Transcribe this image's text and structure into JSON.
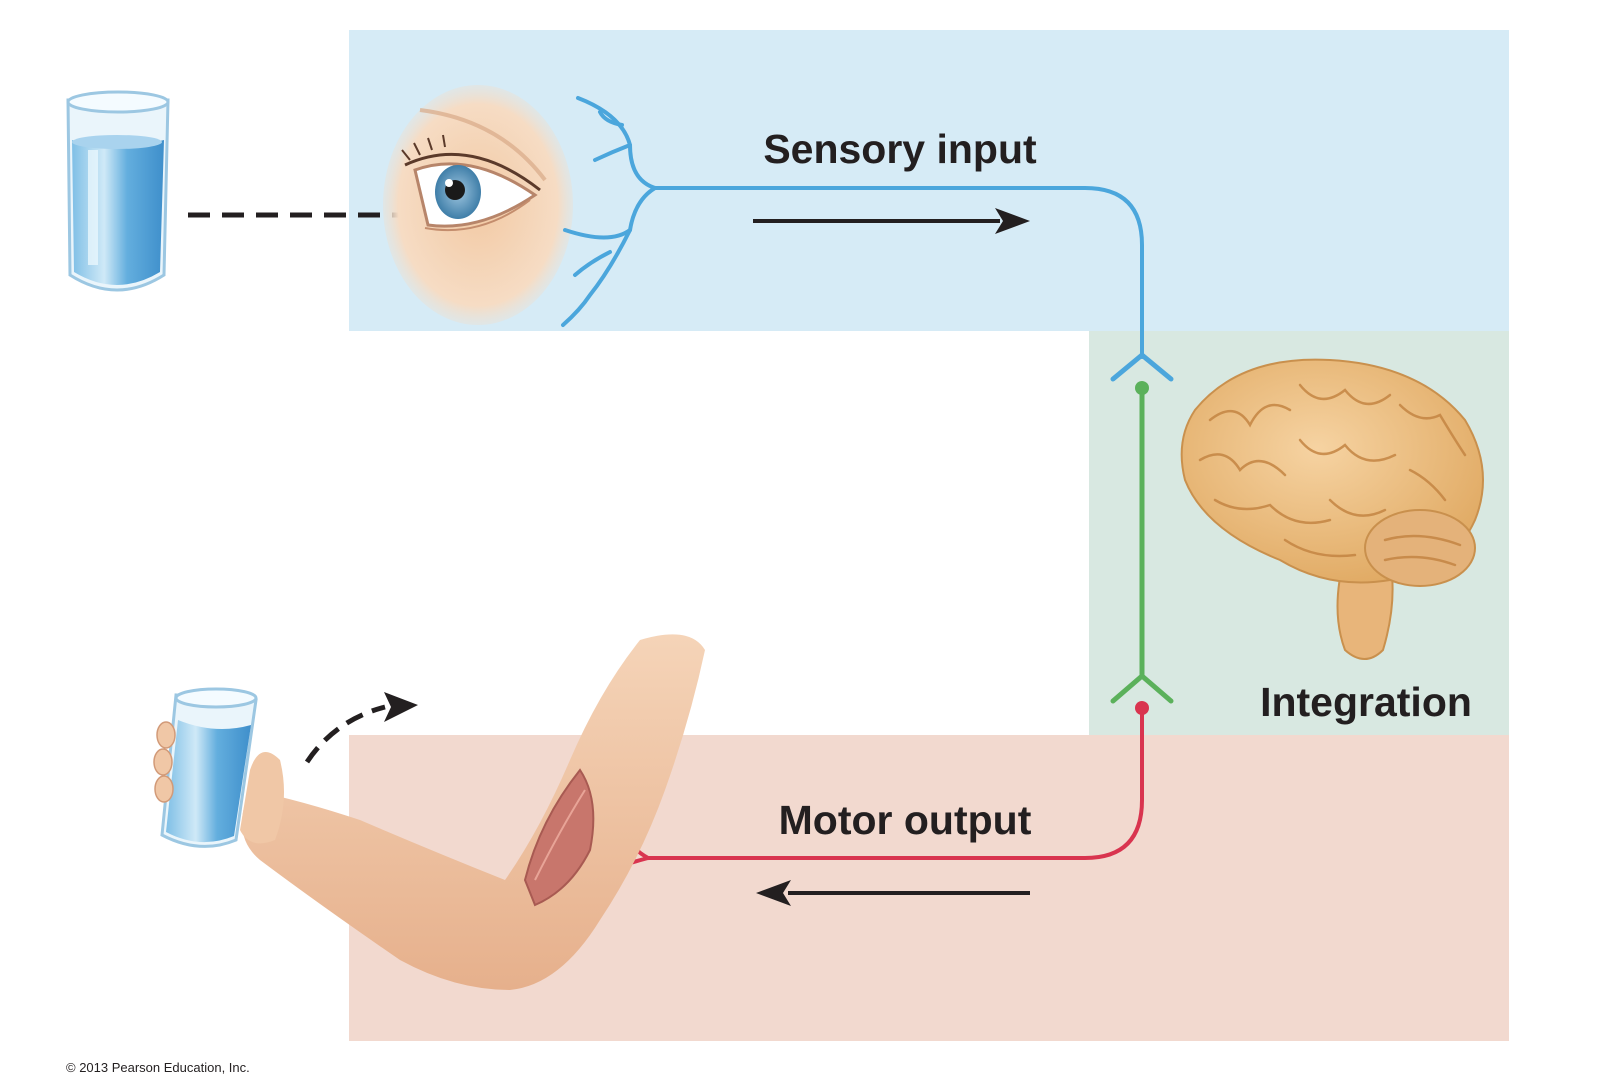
{
  "labels": {
    "sensory_input": "Sensory input",
    "integration": "Integration",
    "motor_output": "Motor output"
  },
  "credit": "© 2013 Pearson Education, Inc.",
  "colors": {
    "sensory_panel": "#d6ebf6",
    "integration_panel": "#d8e8e1",
    "motor_panel": "#f2d9cf",
    "sensory_neuron": "#4ba6dc",
    "interneuron": "#5bb15b",
    "motor_neuron": "#d9344f",
    "arrow": "#231f20"
  },
  "icons": [
    "water-glass-icon",
    "eye-icon",
    "brain-icon",
    "arm-icon",
    "dashed-motion-arrow-icon"
  ]
}
